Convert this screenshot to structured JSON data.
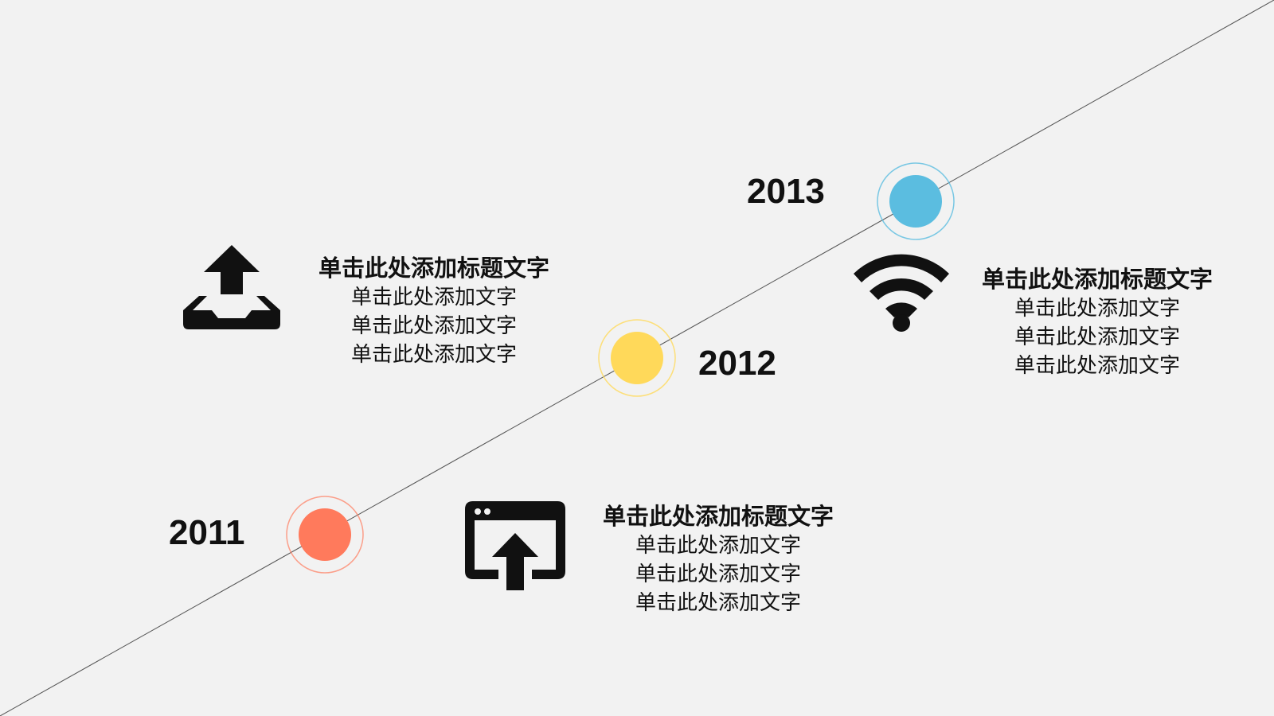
{
  "milestones": [
    {
      "year": "2011",
      "color": "#ff7a5c",
      "icon": "share-upload-icon",
      "title": "单击此处添加标题文字",
      "lines": [
        "单击此处添加文字",
        "单击此处添加文字",
        "单击此处添加文字"
      ]
    },
    {
      "year": "2012",
      "color": "#ffd95a",
      "icon": "upload-tray-icon",
      "title": "单击此处添加标题文字",
      "lines": [
        "单击此处添加文字",
        "单击此处添加文字",
        "单击此处添加文字"
      ]
    },
    {
      "year": "2013",
      "color": "#5bbde0",
      "icon": "wifi-icon",
      "title": "单击此处添加标题文字",
      "lines": [
        "单击此处添加文字",
        "单击此处添加文字",
        "单击此处添加文字"
      ]
    }
  ]
}
